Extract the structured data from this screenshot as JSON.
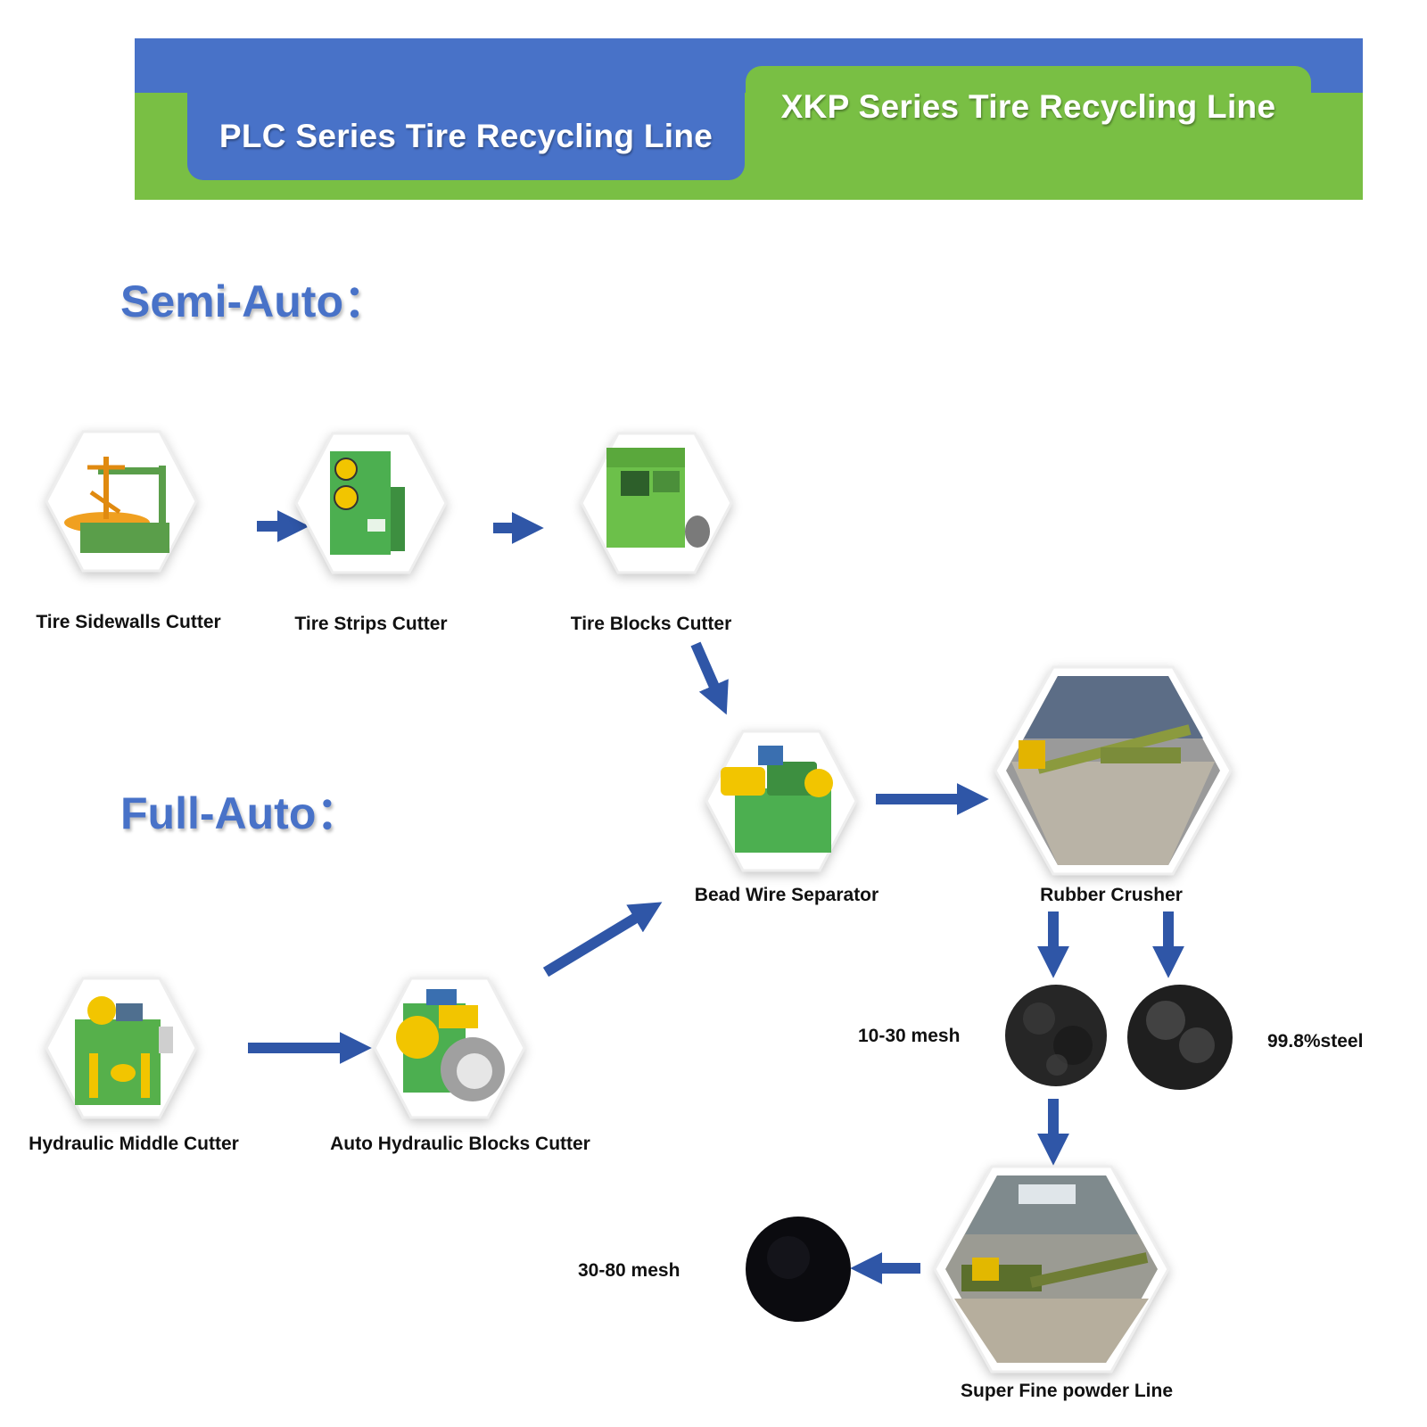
{
  "header": {
    "tab_plc": "PLC Series Tire Recycling Line",
    "tab_xkp": "XKP Series Tire Recycling Line"
  },
  "sections": {
    "semi_auto": "Semi-Auto：",
    "full_auto": "Full-Auto："
  },
  "nodes": {
    "sidewalls_cutter": "Tire Sidewalls Cutter",
    "strips_cutter": "Tire Strips Cutter",
    "blocks_cutter": "Tire Blocks Cutter",
    "bead_wire_separator": "Bead Wire Separator",
    "rubber_crusher": "Rubber Crusher",
    "hydraulic_middle_cutter": "Hydraulic Middle Cutter",
    "auto_hydraulic_blocks_cutter": "Auto Hydraulic Blocks Cutter",
    "super_fine_powder_line": "Super Fine powder Line"
  },
  "outputs": {
    "mesh_10_30": "10-30 mesh",
    "steel": "99.8%steel",
    "mesh_30_80": "30-80 mesh"
  },
  "colors": {
    "blue": "#4872c8",
    "green": "#79bf44",
    "arrow": "#2f56a7",
    "machine_green": "#4caf50",
    "machine_yellow": "#f2c500"
  }
}
